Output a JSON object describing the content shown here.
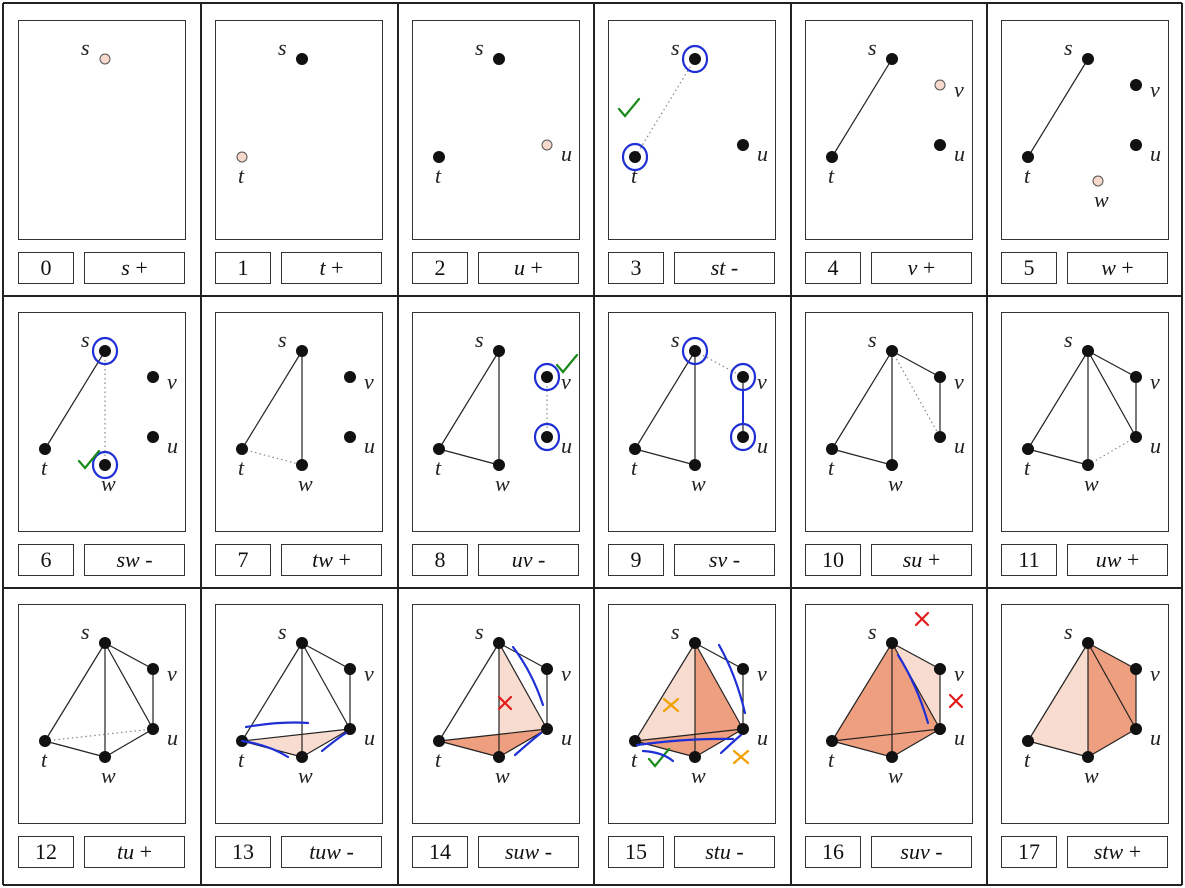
{
  "colors": {
    "vertex": "#111111",
    "candidate_vertex_fill": "#f6d8cc",
    "edge": "#222222",
    "pending_edge": "#888888",
    "face_light": "#f8dccf",
    "face_dark": "#ee9f7f",
    "annotation_blue": "#1f2fd6",
    "annotation_green": "#1a8a1a",
    "annotation_red": "#e21a1a",
    "annotation_orange": "#f2a000"
  },
  "vertex_labels": {
    "s": "s",
    "t": "t",
    "u": "u",
    "v": "v",
    "w": "w"
  },
  "steps": [
    {
      "index": "0",
      "simplex": "s",
      "sign": "+"
    },
    {
      "index": "1",
      "simplex": "t",
      "sign": "+"
    },
    {
      "index": "2",
      "simplex": "u",
      "sign": "+"
    },
    {
      "index": "3",
      "simplex": "st",
      "sign": "-"
    },
    {
      "index": "4",
      "simplex": "v",
      "sign": "+"
    },
    {
      "index": "5",
      "simplex": "w",
      "sign": "+"
    },
    {
      "index": "6",
      "simplex": "sw",
      "sign": "-"
    },
    {
      "index": "7",
      "simplex": "tw",
      "sign": "+"
    },
    {
      "index": "8",
      "simplex": "uv",
      "sign": "-"
    },
    {
      "index": "9",
      "simplex": "sv",
      "sign": "-"
    },
    {
      "index": "10",
      "simplex": "su",
      "sign": "+"
    },
    {
      "index": "11",
      "simplex": "uw",
      "sign": "+"
    },
    {
      "index": "12",
      "simplex": "tu",
      "sign": "+"
    },
    {
      "index": "13",
      "simplex": "tuw",
      "sign": "-"
    },
    {
      "index": "14",
      "simplex": "suw",
      "sign": "-"
    },
    {
      "index": "15",
      "simplex": "stu",
      "sign": "-"
    },
    {
      "index": "16",
      "simplex": "suv",
      "sign": "-"
    },
    {
      "index": "17",
      "simplex": "stw",
      "sign": "+"
    }
  ]
}
